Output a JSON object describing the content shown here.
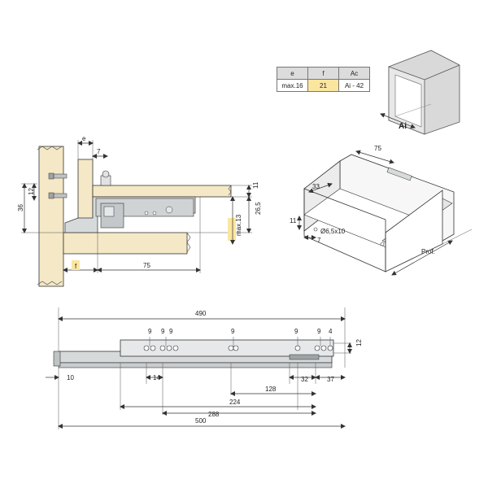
{
  "spec_table": {
    "headers": [
      "e",
      "f",
      "Ac"
    ],
    "values": [
      "max.16",
      "21",
      "Ai - 42"
    ]
  },
  "cabinet_label": "Ai",
  "side_view": {
    "labels": {
      "e": "e",
      "seven": "7",
      "twelve": "12",
      "thirtysix": "36",
      "eleven": "11",
      "twentysix": "26,5",
      "max13": "max.13",
      "f": "f",
      "seventyfive": "75"
    }
  },
  "drawer_view": {
    "labels": {
      "seventyfive": "75",
      "thirtythree": "33",
      "eleven": "11",
      "hole": "Ø6,5x10",
      "seven": "7",
      "prof": "Prof."
    }
  },
  "slide_view": {
    "labels": {
      "total_490": "490",
      "total_500": "500",
      "d10": "10",
      "d14": "14",
      "d32": "32",
      "d37": "37",
      "d128": "128",
      "d224": "224",
      "d288": "288",
      "hole9_a": "9",
      "hole9_b": "9",
      "hole9_c": "9",
      "hole9_d": "9",
      "hole9_e": "9",
      "hole9_f": "9",
      "d4": "4",
      "d12": "12"
    }
  },
  "colors": {
    "highlight": "#fbe6a0",
    "wood": "#f4e8c6",
    "metal": "#d7dadb"
  }
}
